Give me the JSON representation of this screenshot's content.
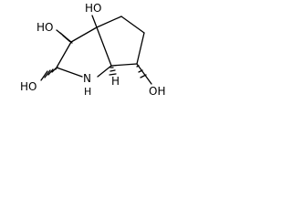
{
  "molecule": {
    "atoms": {
      "ho_top_left": "HO",
      "ho_bridgehead": "HO",
      "ho_left": "HO",
      "nh": "N",
      "nh_h": "H",
      "h_bridgehead": "H",
      "oh_right": "OH"
    }
  }
}
